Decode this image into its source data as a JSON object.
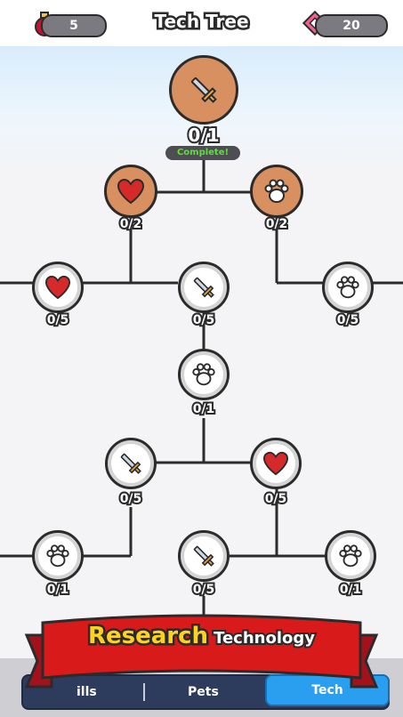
{
  "header": {
    "title": "Tech Tree",
    "potion_count": "5",
    "gem_count": "20"
  },
  "tree": {
    "root": {
      "count": "0/1",
      "status": "Complete!",
      "icon": "sword-icon"
    },
    "nodes": [
      {
        "count": "0/2",
        "icon": "heart-icon"
      },
      {
        "count": "0/2",
        "icon": "paw-icon"
      },
      {
        "count": "0/5",
        "icon": "heart-icon"
      },
      {
        "count": "0/5",
        "icon": "sword-icon"
      },
      {
        "count": "0/5",
        "icon": "paw-icon"
      },
      {
        "count": "0/1",
        "icon": "paw-icon"
      },
      {
        "count": "0/5",
        "icon": "sword-icon"
      },
      {
        "count": "0/5",
        "icon": "heart-icon"
      },
      {
        "count": "0/1",
        "icon": "paw-icon"
      },
      {
        "count": "0/5",
        "icon": "sword-icon"
      },
      {
        "count": "0/1",
        "icon": "paw-icon"
      }
    ]
  },
  "banner": {
    "word1": "Research",
    "word2": "Technology"
  },
  "tabs": [
    {
      "label": "ills"
    },
    {
      "label": "Pets"
    },
    {
      "label": "Tech"
    }
  ],
  "colors": {
    "node_unlocked": "#d99061",
    "node_locked": "#ffffff",
    "banner_red": "#d91a1a",
    "tab_active": "#2a9ff0",
    "tab_bar": "#2d3b5c",
    "complete_text": "#58e436"
  }
}
